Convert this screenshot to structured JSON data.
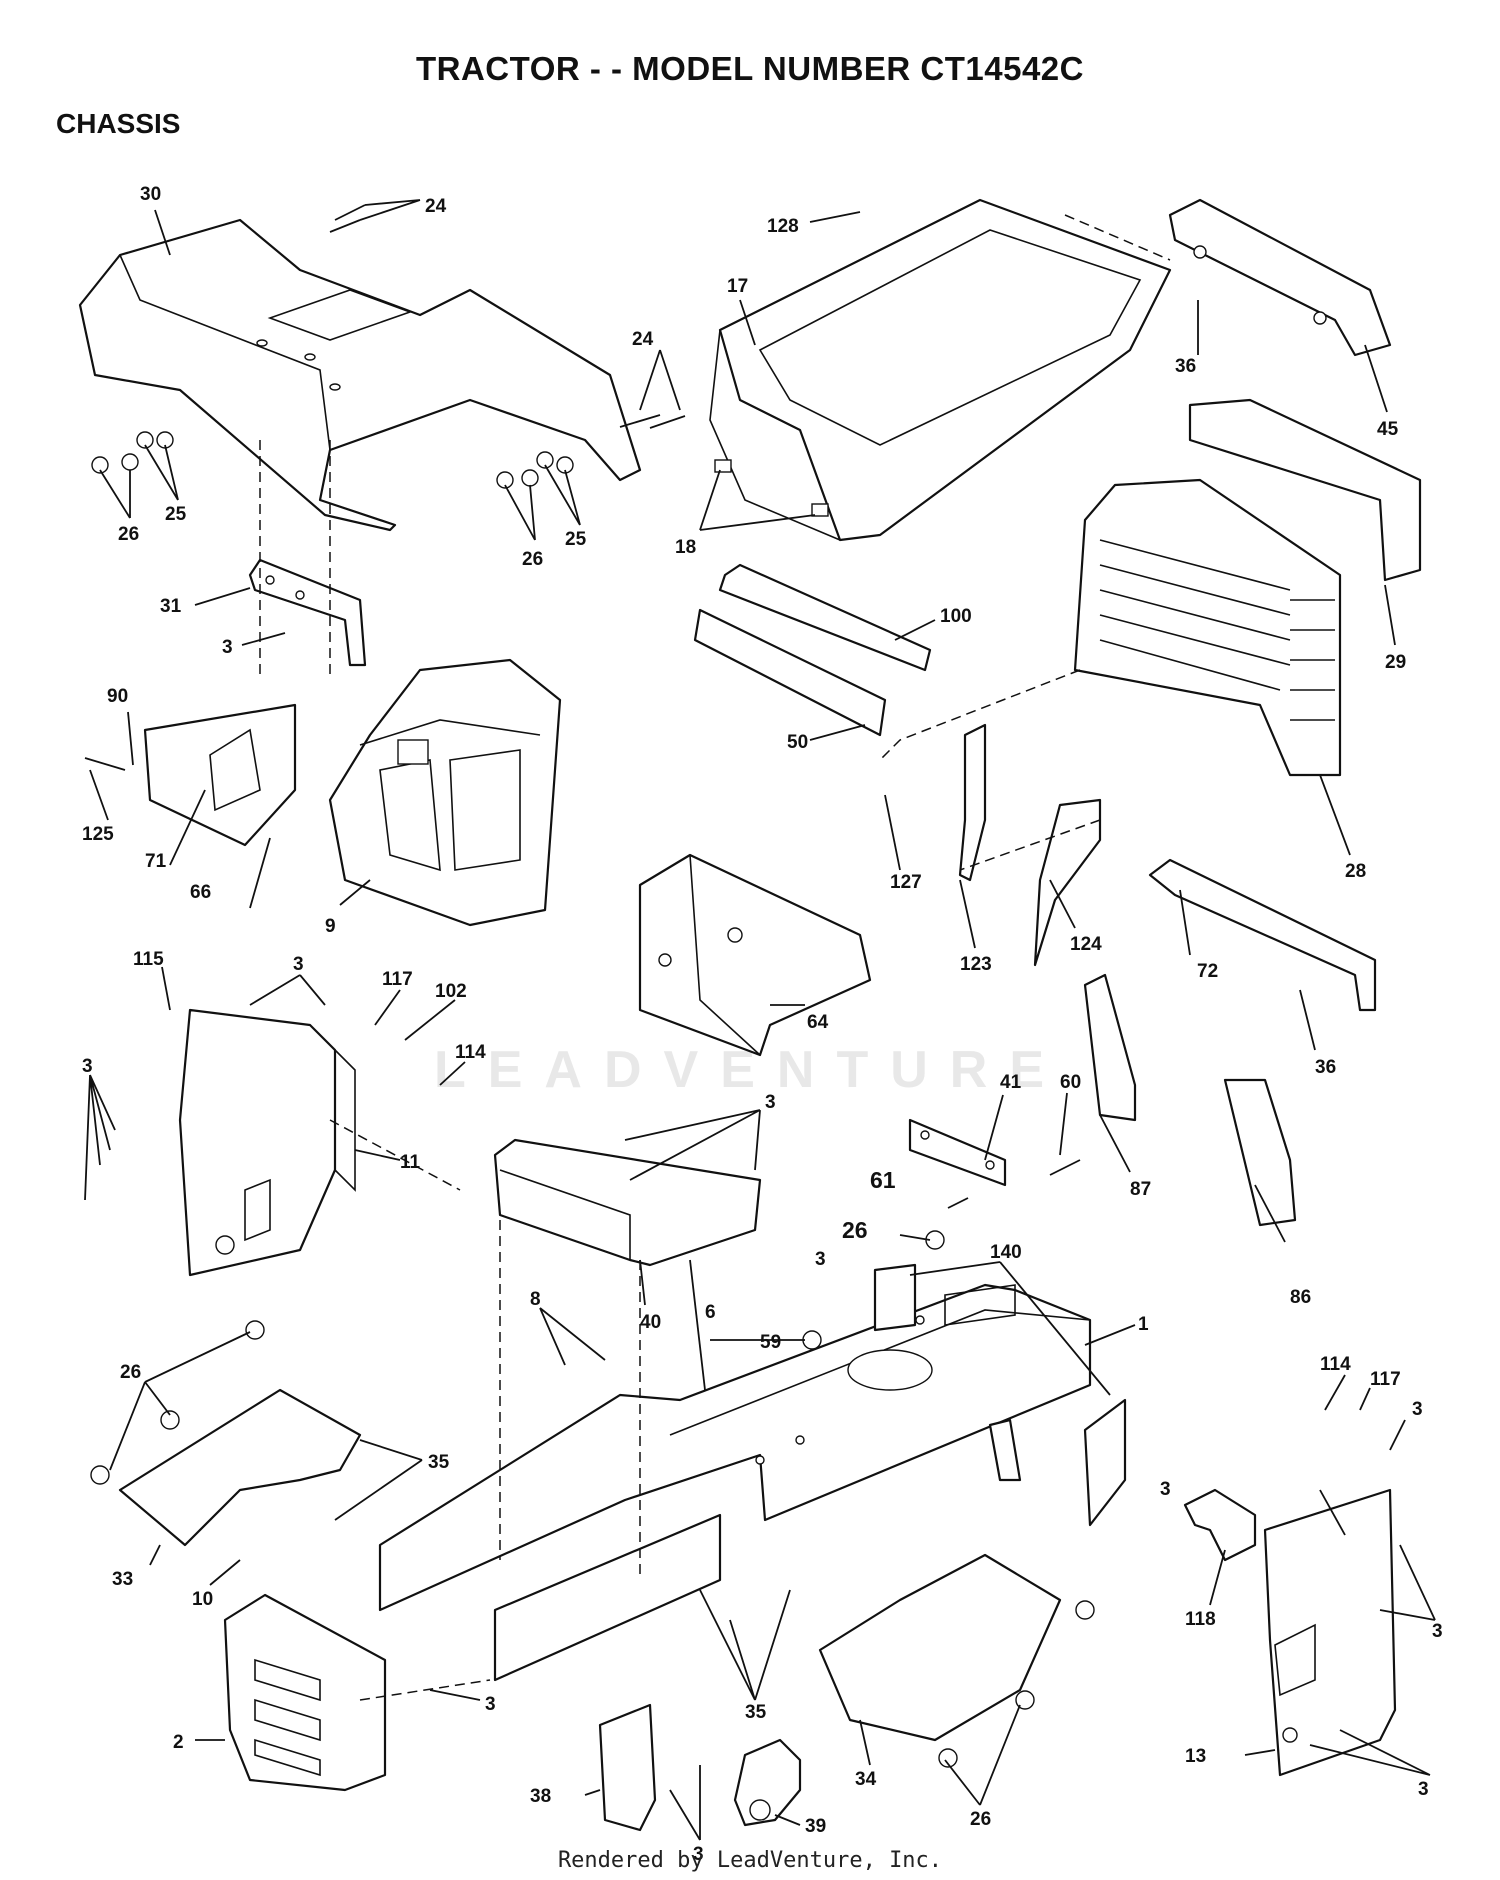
{
  "title": "TRACTOR - - MODEL NUMBER CT14542C",
  "section": "CHASSIS",
  "watermark": "LEADVENTURE",
  "footer": "Rendered by LeadVenture, Inc.",
  "callouts": [
    {
      "id": "c30",
      "label": "30"
    },
    {
      "id": "c24a",
      "label": "24"
    },
    {
      "id": "c128",
      "label": "128"
    },
    {
      "id": "c17",
      "label": "17"
    },
    {
      "id": "c36a",
      "label": "36"
    },
    {
      "id": "c45",
      "label": "45"
    },
    {
      "id": "c24b",
      "label": "24"
    },
    {
      "id": "c26a",
      "label": "26"
    },
    {
      "id": "c25a",
      "label": "25"
    },
    {
      "id": "c26b",
      "label": "26"
    },
    {
      "id": "c25b",
      "label": "25"
    },
    {
      "id": "c18",
      "label": "18"
    },
    {
      "id": "c29",
      "label": "29"
    },
    {
      "id": "c31",
      "label": "31"
    },
    {
      "id": "c3a",
      "label": "3"
    },
    {
      "id": "c100",
      "label": "100"
    },
    {
      "id": "c50",
      "label": "50"
    },
    {
      "id": "c90",
      "label": "90"
    },
    {
      "id": "c125",
      "label": "125"
    },
    {
      "id": "c71",
      "label": "71"
    },
    {
      "id": "c66",
      "label": "66"
    },
    {
      "id": "c9",
      "label": "9"
    },
    {
      "id": "c127",
      "label": "127"
    },
    {
      "id": "c123",
      "label": "123"
    },
    {
      "id": "c124",
      "label": "124"
    },
    {
      "id": "c28",
      "label": "28"
    },
    {
      "id": "c115",
      "label": "115"
    },
    {
      "id": "c3b",
      "label": "3"
    },
    {
      "id": "c117a",
      "label": "117"
    },
    {
      "id": "c102",
      "label": "102"
    },
    {
      "id": "c114a",
      "label": "114"
    },
    {
      "id": "c3c",
      "label": "3"
    },
    {
      "id": "c11",
      "label": "11"
    },
    {
      "id": "c64",
      "label": "64"
    },
    {
      "id": "c72",
      "label": "72"
    },
    {
      "id": "c36b",
      "label": "36"
    },
    {
      "id": "c41",
      "label": "41"
    },
    {
      "id": "c60",
      "label": "60"
    },
    {
      "id": "c3d",
      "label": "3"
    },
    {
      "id": "c61",
      "label": "61"
    },
    {
      "id": "c26c",
      "label": "26"
    },
    {
      "id": "c87",
      "label": "87"
    },
    {
      "id": "c86",
      "label": "86"
    },
    {
      "id": "c140",
      "label": "140"
    },
    {
      "id": "c3e",
      "label": "3"
    },
    {
      "id": "c1",
      "label": "1"
    },
    {
      "id": "c59",
      "label": "59"
    },
    {
      "id": "c40",
      "label": "40"
    },
    {
      "id": "c6",
      "label": "6"
    },
    {
      "id": "c8",
      "label": "8"
    },
    {
      "id": "c26d",
      "label": "26"
    },
    {
      "id": "c35a",
      "label": "35"
    },
    {
      "id": "c33",
      "label": "33"
    },
    {
      "id": "c10",
      "label": "10"
    },
    {
      "id": "c3f",
      "label": "3"
    },
    {
      "id": "c114b",
      "label": "114"
    },
    {
      "id": "c117b",
      "label": "117"
    },
    {
      "id": "c3g",
      "label": "3"
    },
    {
      "id": "c118",
      "label": "118"
    },
    {
      "id": "c3h",
      "label": "3"
    },
    {
      "id": "c2",
      "label": "2"
    },
    {
      "id": "c3i",
      "label": "3"
    },
    {
      "id": "c35b",
      "label": "35"
    },
    {
      "id": "c34",
      "label": "34"
    },
    {
      "id": "c26e",
      "label": "26"
    },
    {
      "id": "c13",
      "label": "13"
    },
    {
      "id": "c38",
      "label": "38"
    },
    {
      "id": "c3j",
      "label": "3"
    },
    {
      "id": "c39",
      "label": "39"
    },
    {
      "id": "c3k",
      "label": "3"
    }
  ]
}
